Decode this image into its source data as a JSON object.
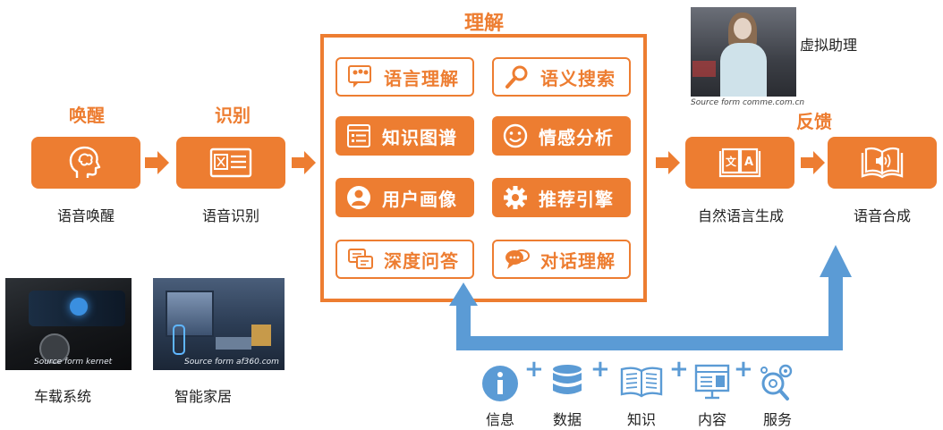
{
  "understanding": {
    "title": "理解",
    "tiles": [
      {
        "label": "语言理解",
        "icon": "chat-bubbles-icon",
        "style": "outline"
      },
      {
        "label": "语义搜索",
        "icon": "magnifier-icon",
        "style": "outline"
      },
      {
        "label": "知识图谱",
        "icon": "list-document-icon",
        "style": "filled"
      },
      {
        "label": "情感分析",
        "icon": "smiley-icon",
        "style": "filled"
      },
      {
        "label": "用户画像",
        "icon": "user-avatar-icon",
        "style": "filled"
      },
      {
        "label": "推荐引擎",
        "icon": "gear-icon",
        "style": "filled"
      },
      {
        "label": "深度问答",
        "icon": "qa-document-icon",
        "style": "outline"
      },
      {
        "label": "对话理解",
        "icon": "dialog-bubbles-icon",
        "style": "outline"
      }
    ]
  },
  "stages": [
    {
      "title": "唤醒",
      "label": "语音唤醒",
      "icon": "head-brain-icon"
    },
    {
      "title": "识别",
      "label": "语音识别",
      "icon": "id-card-icon"
    },
    {
      "title": "反馈",
      "label": "自然语言生成",
      "icon": "translate-book-icon"
    },
    {
      "title": "",
      "label": "语音合成",
      "icon": "audio-book-icon"
    }
  ],
  "virtual_assistant": {
    "label": "虚拟助理",
    "source": "Source form comme.com.cn"
  },
  "applications": [
    {
      "label": "车载系统",
      "source": "Source form kernet"
    },
    {
      "label": "智能家居",
      "source": "Source form af360.com"
    }
  ],
  "knowledge": [
    {
      "label": "信息",
      "icon": "info-icon"
    },
    {
      "label": "数据",
      "icon": "database-icon"
    },
    {
      "label": "知识",
      "icon": "open-book-icon"
    },
    {
      "label": "内容",
      "icon": "content-board-icon"
    },
    {
      "label": "服务",
      "icon": "service-magnifier-icon"
    }
  ],
  "colors": {
    "accent": "#ED7D31",
    "flow": "#5B9BD5"
  }
}
